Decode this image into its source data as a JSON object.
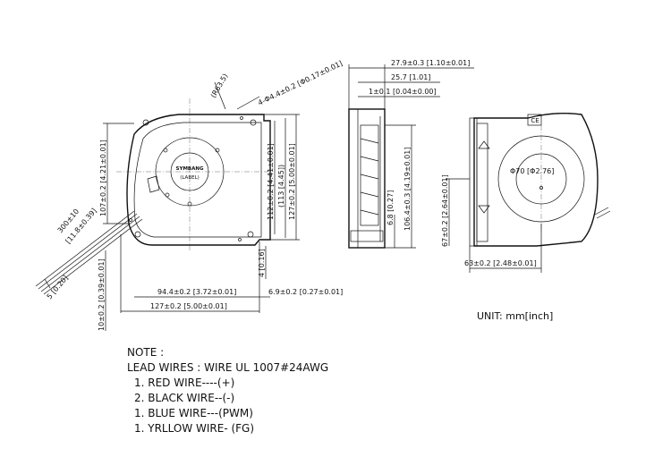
{
  "front_view": {
    "radius_label": "(R63.5)",
    "hole_label": "4-Φ4.4±0.2 [Φ0.17±0.01]",
    "label_text_line1": "SYMBANG",
    "label_text_line2": "(LABEL)",
    "height_107": "107±0.2 [4.21±0.01]",
    "height_112": "112±0.2 [4.41±0.01]",
    "height_113": "(113 [4.45])",
    "height_127": "127±0.2 [5.00±0.01]",
    "wire_length": "300±10",
    "wire_length_in": "[11.8±0.39]",
    "wire_strip": "5 [0.20]",
    "dim_4": "4 [0.16]",
    "width_94": "94.4±0.2 [3.72±0.01]",
    "width_6_9": "6.9±0.2 [0.27±0.01]",
    "width_127": "127±0.2 [5.00±0.01]",
    "offset_10": "10±0.2 [0.39±0.01]"
  },
  "side_view": {
    "depth_27_9": "27.9±0.3 [1.10±0.01]",
    "depth_25_7": "25.7 [1.01]",
    "depth_1": "1±0.1 [0.04±0.00]",
    "height_6_8": "6.8 [0.27]",
    "height_106": "106.4±0.3 [4.19±0.01]"
  },
  "rear_view": {
    "ce_mark": "CE",
    "hub_dia": "Φ70 [Φ2.76]",
    "height_67": "67±0.2 [2.64±0.01]",
    "width_63": "63±0.2 [2.48±0.01]"
  },
  "unit": "UNIT: mm[inch]",
  "note": {
    "title": "NOTE :",
    "lead": "LEAD WIRES : WIRE UL 1007#24AWG",
    "wires": [
      "1. RED WIRE----(+)",
      "2. BLACK WIRE--(-)",
      "1. BLUE WIRE---(PWM)",
      "1. YRLLOW WIRE- (FG)"
    ]
  }
}
